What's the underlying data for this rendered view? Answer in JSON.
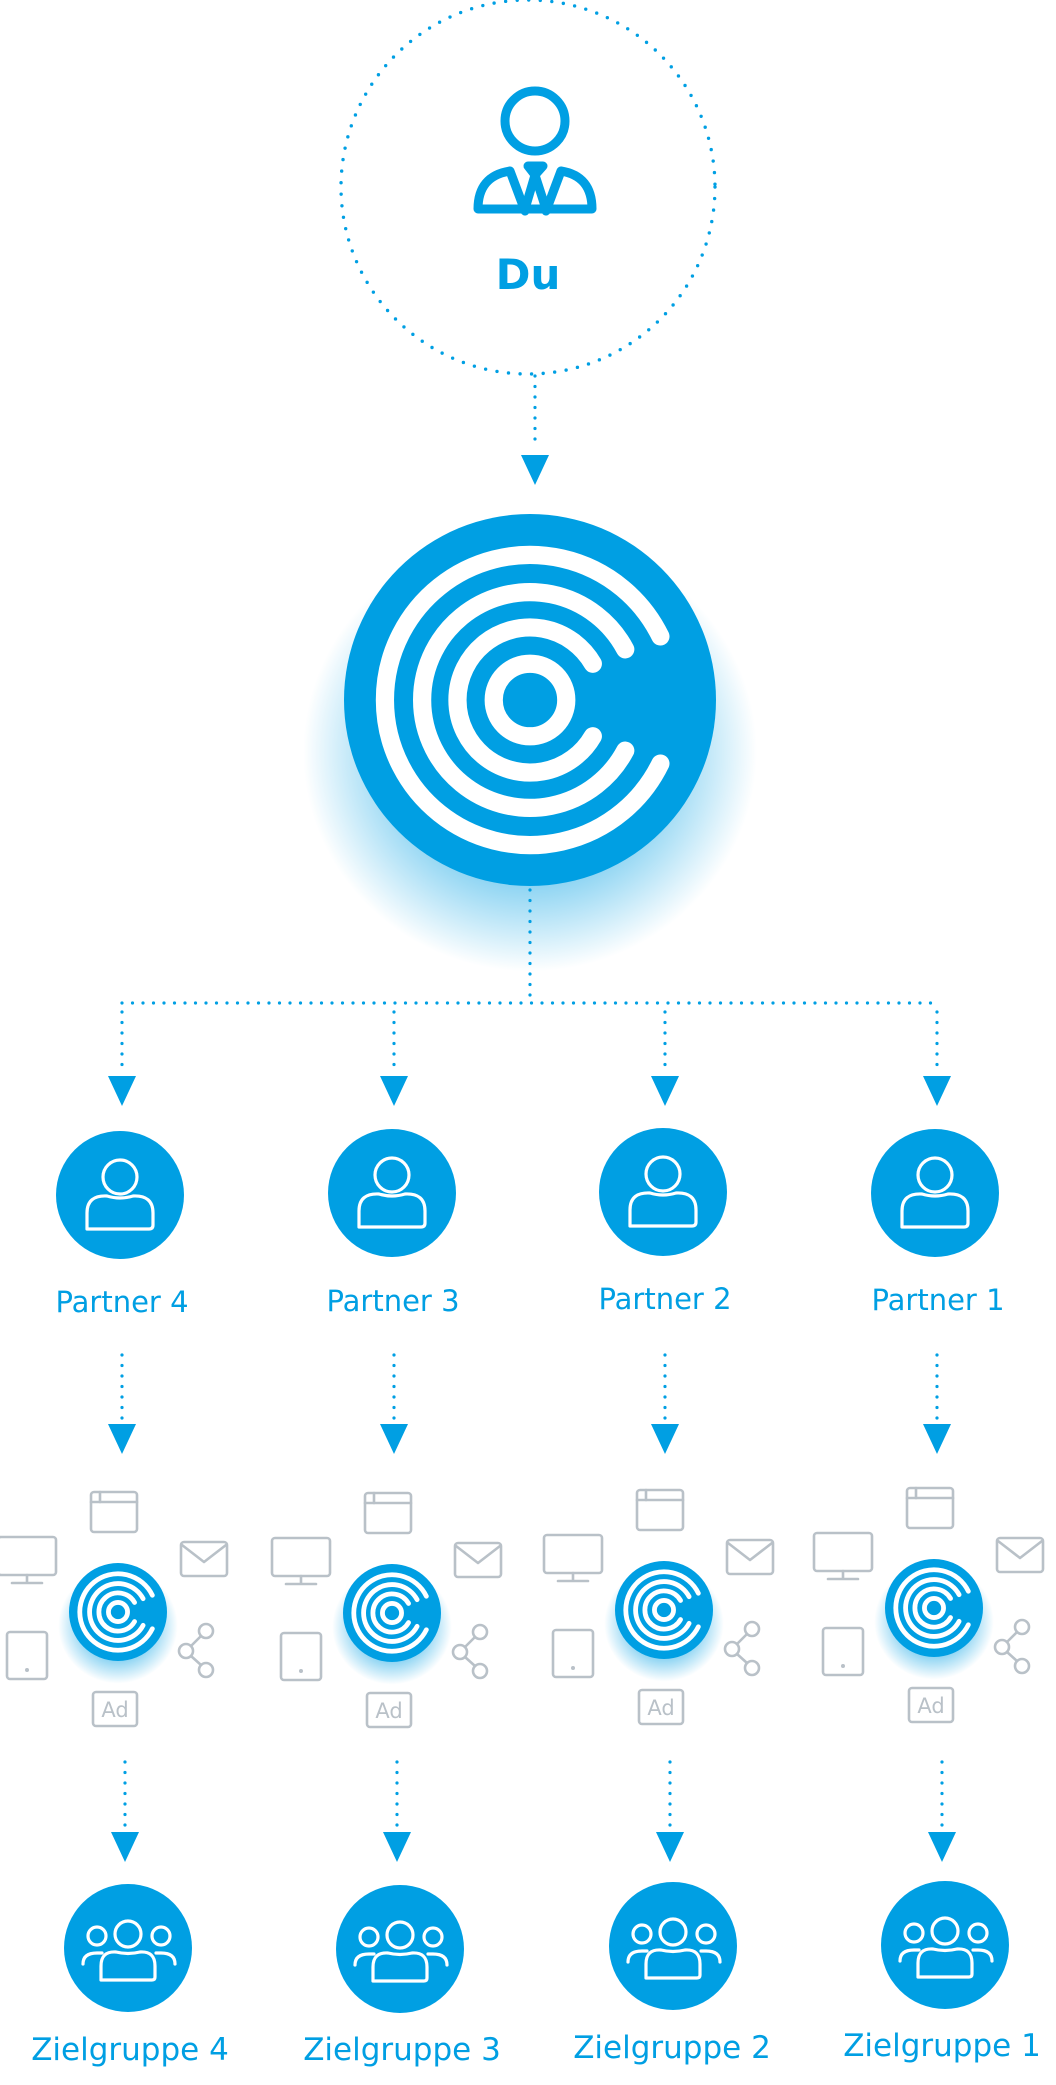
{
  "colors": {
    "accent": "#009fe3",
    "channel_icon": "#b9c1c8",
    "background": "#ffffff",
    "icon_stroke": "#ffffff"
  },
  "top_node": {
    "label": "Du",
    "icon": "businessman-icon"
  },
  "hub_node": {
    "icon": "concentric-c-logo-icon"
  },
  "partners": [
    {
      "label": "Partner 4",
      "icon": "user-icon"
    },
    {
      "label": "Partner 3",
      "icon": "user-icon"
    },
    {
      "label": "Partner 2",
      "icon": "user-icon"
    },
    {
      "label": "Partner 1",
      "icon": "user-icon"
    }
  ],
  "channel_clusters": [
    {
      "center_icon": "concentric-c-logo-icon",
      "channels": [
        "desktop-monitor-icon",
        "browser-window-icon",
        "mail-envelope-icon",
        "share-icon",
        "ad-icon",
        "tablet-icon"
      ],
      "ad_text": "Ad"
    },
    {
      "center_icon": "concentric-c-logo-icon",
      "channels": [
        "desktop-monitor-icon",
        "browser-window-icon",
        "mail-envelope-icon",
        "share-icon",
        "ad-icon",
        "tablet-icon"
      ],
      "ad_text": "Ad"
    },
    {
      "center_icon": "concentric-c-logo-icon",
      "channels": [
        "desktop-monitor-icon",
        "browser-window-icon",
        "mail-envelope-icon",
        "share-icon",
        "ad-icon",
        "tablet-icon"
      ],
      "ad_text": "Ad"
    },
    {
      "center_icon": "concentric-c-logo-icon",
      "channels": [
        "desktop-monitor-icon",
        "browser-window-icon",
        "mail-envelope-icon",
        "share-icon",
        "ad-icon",
        "tablet-icon"
      ],
      "ad_text": "Ad"
    }
  ],
  "target_groups": [
    {
      "label": "Zielgruppe 4",
      "icon": "group-icon"
    },
    {
      "label": "Zielgruppe 3",
      "icon": "group-icon"
    },
    {
      "label": "Zielgruppe 2",
      "icon": "group-icon"
    },
    {
      "label": "Zielgruppe 1",
      "icon": "group-icon"
    }
  ]
}
